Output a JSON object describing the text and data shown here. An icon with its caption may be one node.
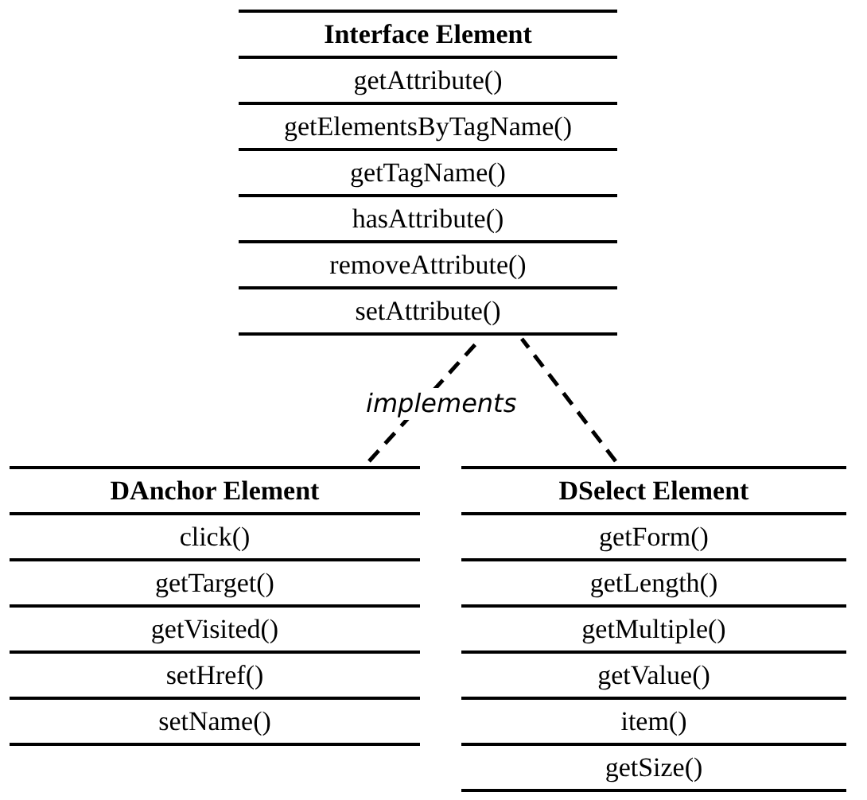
{
  "diagram": {
    "nodes": [
      {
        "text": [
          "Interface Element",
          "getAttribute()",
          "getElementsByTagName()",
          "getTagName()",
          "hasAttribute()",
          "removeAttribute()",
          "setAttribute()"
        ]
      },
      {
        "text": [
          "DAnchor Element",
          "click()",
          "getTarget()",
          "getVisited()",
          "setHref()",
          "setName()"
        ]
      },
      {
        "text": [
          "DSelect Element",
          "getForm()",
          "getLength()",
          "getMultiple()",
          "getValue()",
          "item()",
          "getSize()"
        ]
      }
    ],
    "edges": [
      {
        "from": 1,
        "to": 0,
        "arrow": "none",
        "style": "dashed",
        "label": "implements"
      },
      {
        "from": 2,
        "to": 0,
        "arrow": "none",
        "style": "dashed"
      }
    ]
  }
}
